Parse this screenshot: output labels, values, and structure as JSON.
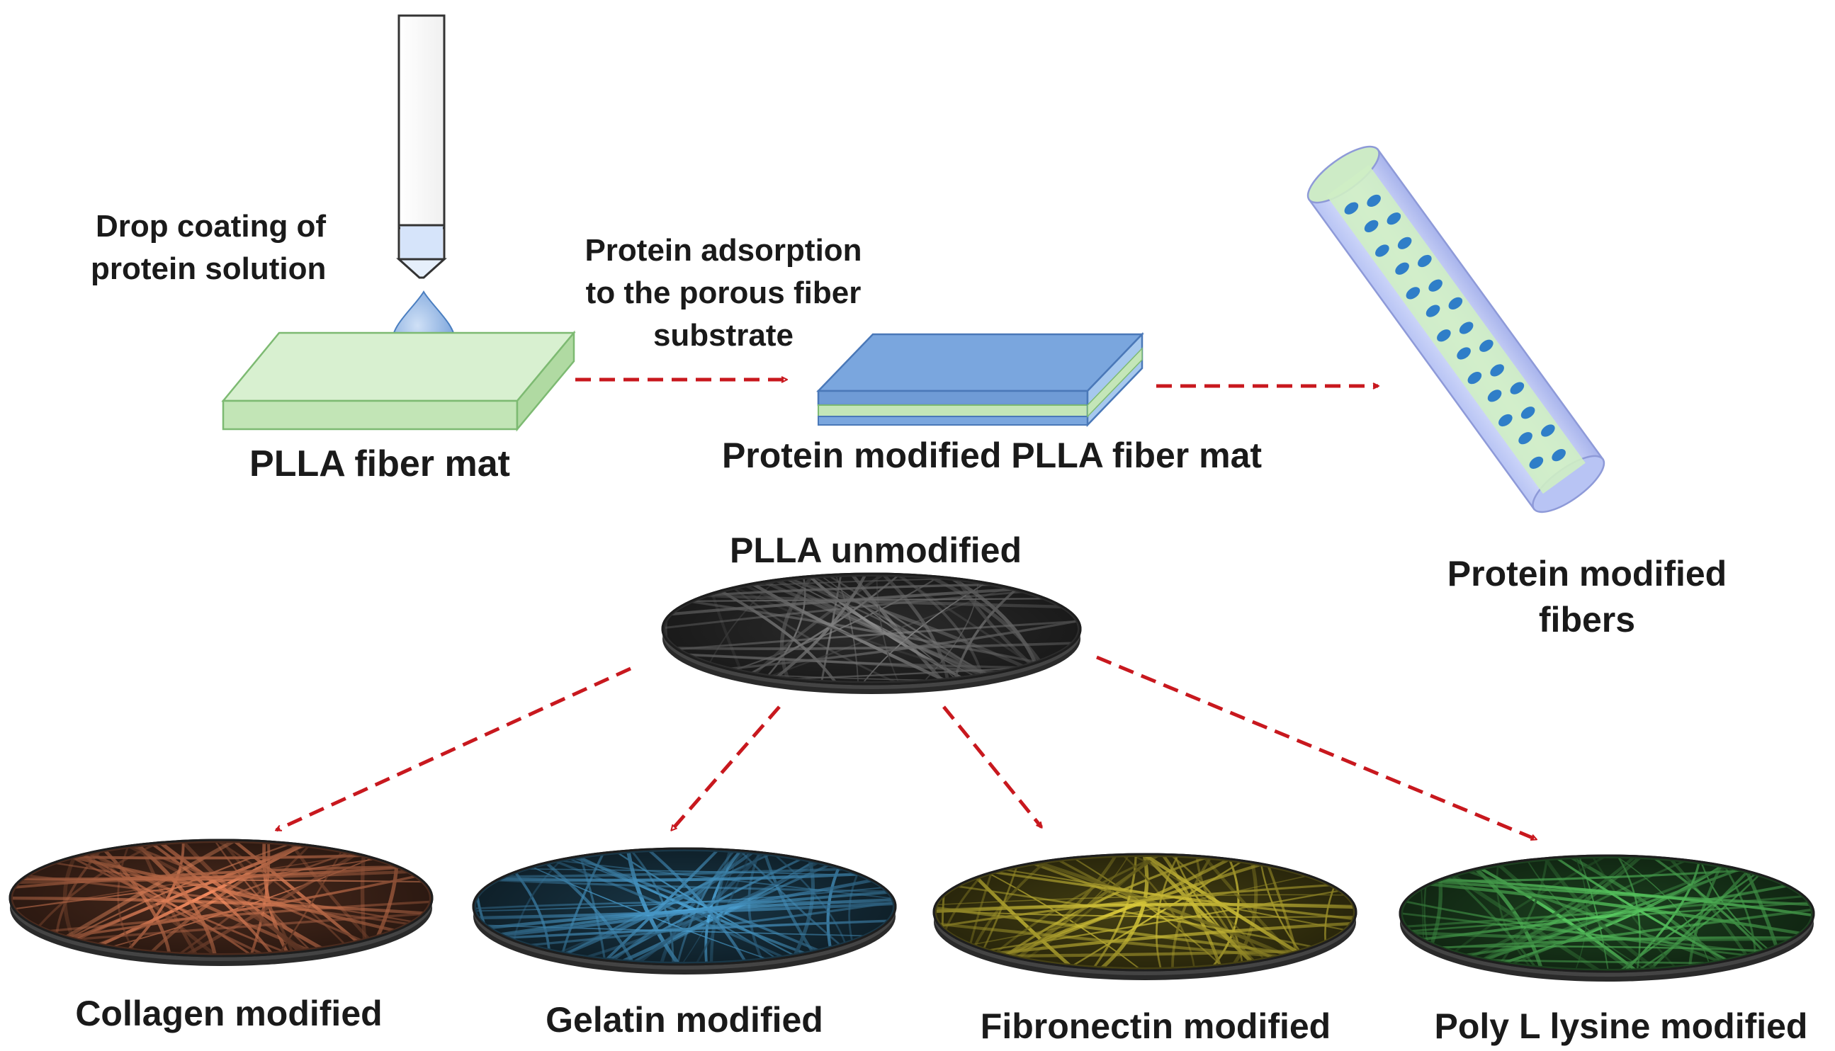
{
  "labels": {
    "drop_coating_line1": "Drop coating of",
    "drop_coating_line2": "protein solution",
    "adsorption_line1": "Protein adsorption",
    "adsorption_line2": "to the porous fiber",
    "adsorption_line3": "substrate",
    "plla_mat": "PLLA fiber mat",
    "protein_mat": "Protein modified PLLA fiber mat",
    "modified_fibers_line1": "Protein modified",
    "modified_fibers_line2": "fibers",
    "plla_unmodified": "PLLA unmodified",
    "collagen": "Collagen modified",
    "gelatin": "Gelatin modified",
    "fibronectin": "Fibronectin modified",
    "polylysine": "Poly L lysine modified"
  },
  "colors": {
    "arrow": "#c8181e",
    "mat_green": "#c9e8c0",
    "protein_blue": "#6fa0dc",
    "unmodified": "#8a8a8a",
    "collagen": "#e8845a",
    "gelatin": "#4fa8dc",
    "fibronectin": "#d8c83a",
    "polylysine": "#58c860"
  }
}
